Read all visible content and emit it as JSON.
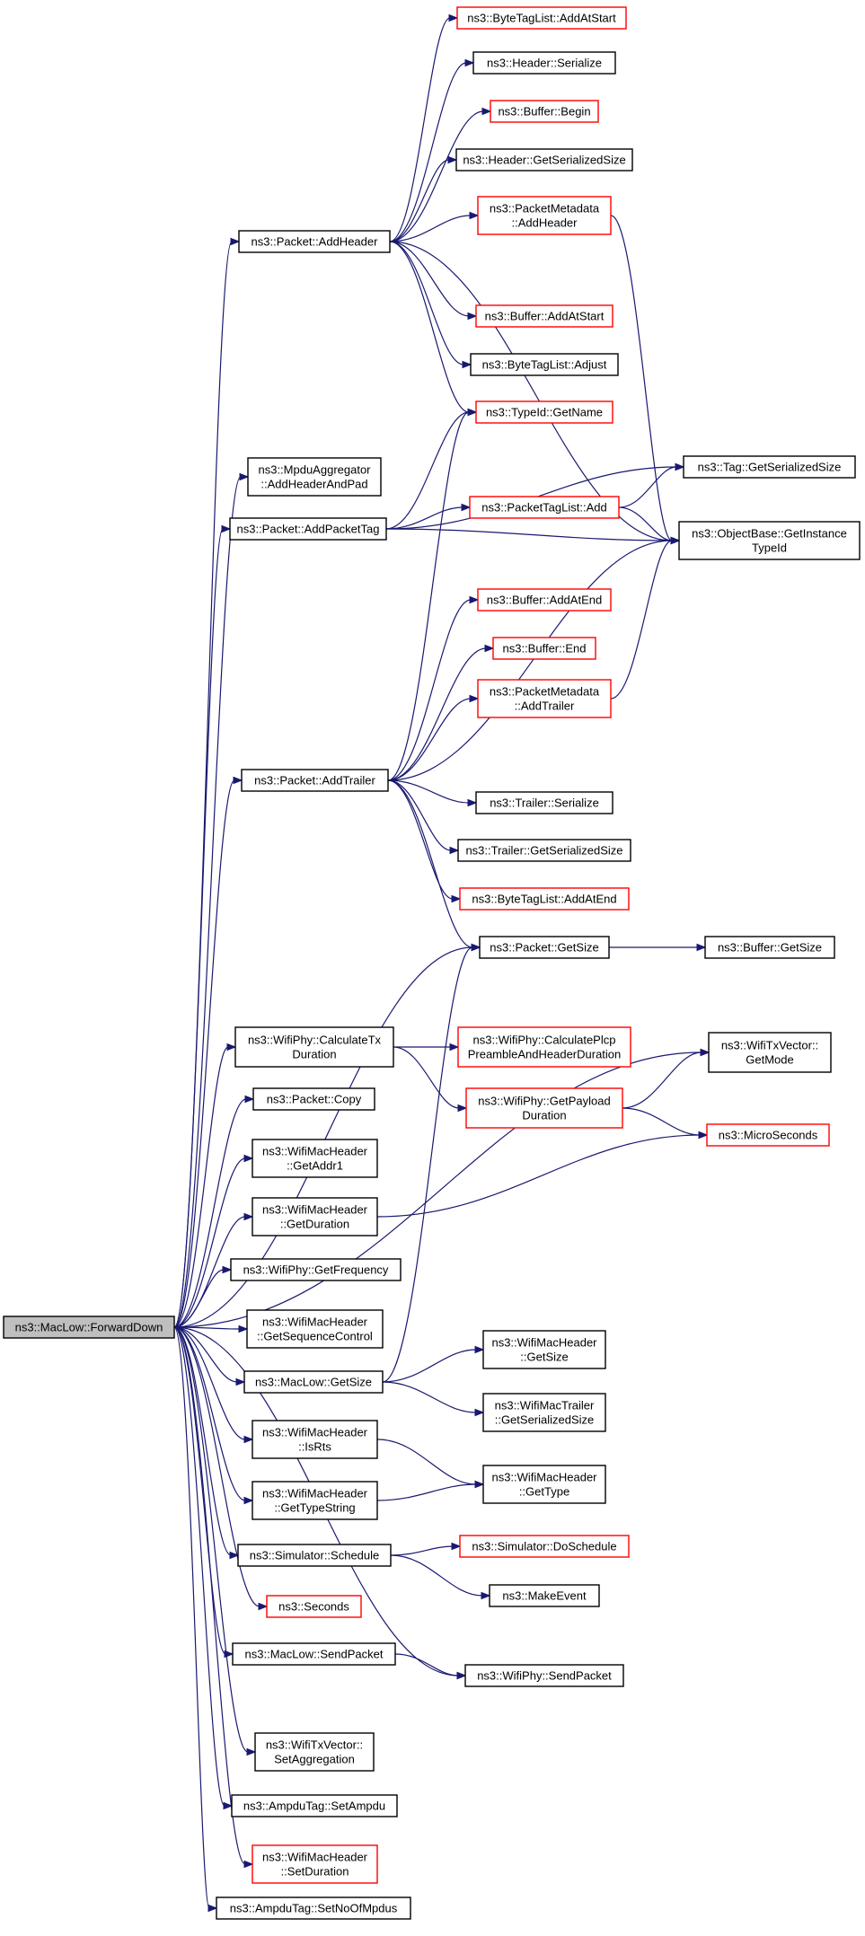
{
  "colors": {
    "edge": "#191970",
    "black_border": "#000000",
    "red_border": "#ff0000",
    "root_fill": "#bfbfbf"
  },
  "nodes": [
    {
      "id": "forwarddown",
      "lines": [
        "ns3::MacLow::ForwardDown"
      ],
      "border": "root"
    },
    {
      "id": "addheader",
      "lines": [
        "ns3::Packet::AddHeader"
      ],
      "border": "black"
    },
    {
      "id": "mpduagg",
      "lines": [
        "ns3::MpduAggregator",
        "::AddHeaderAndPad"
      ],
      "border": "black"
    },
    {
      "id": "addpackettag",
      "lines": [
        "ns3::Packet::AddPacketTag"
      ],
      "border": "black"
    },
    {
      "id": "addtrailer",
      "lines": [
        "ns3::Packet::AddTrailer"
      ],
      "border": "black"
    },
    {
      "id": "calctx",
      "lines": [
        "ns3::WifiPhy::CalculateTx",
        "Duration"
      ],
      "border": "black"
    },
    {
      "id": "copy",
      "lines": [
        "ns3::Packet::Copy"
      ],
      "border": "black"
    },
    {
      "id": "getaddr1",
      "lines": [
        "ns3::WifiMacHeader",
        "::GetAddr1"
      ],
      "border": "black"
    },
    {
      "id": "getduration",
      "lines": [
        "ns3::WifiMacHeader",
        "::GetDuration"
      ],
      "border": "black"
    },
    {
      "id": "getfreq",
      "lines": [
        "ns3::WifiPhy::GetFrequency"
      ],
      "border": "black"
    },
    {
      "id": "getseqctrl",
      "lines": [
        "ns3::WifiMacHeader",
        "::GetSequenceControl"
      ],
      "border": "black"
    },
    {
      "id": "maclowgetsize",
      "lines": [
        "ns3::MacLow::GetSize"
      ],
      "border": "black"
    },
    {
      "id": "isrts",
      "lines": [
        "ns3::WifiMacHeader",
        "::IsRts"
      ],
      "border": "black"
    },
    {
      "id": "gettypestring",
      "lines": [
        "ns3::WifiMacHeader",
        "::GetTypeString"
      ],
      "border": "black"
    },
    {
      "id": "schedule",
      "lines": [
        "ns3::Simulator::Schedule"
      ],
      "border": "black"
    },
    {
      "id": "seconds",
      "lines": [
        "ns3::Seconds"
      ],
      "border": "red"
    },
    {
      "id": "sendpacket",
      "lines": [
        "ns3::MacLow::SendPacket"
      ],
      "border": "black"
    },
    {
      "id": "setaggregation",
      "lines": [
        "ns3::WifiTxVector::",
        "SetAggregation"
      ],
      "border": "black"
    },
    {
      "id": "setampdu",
      "lines": [
        "ns3::AmpduTag::SetAmpdu"
      ],
      "border": "black"
    },
    {
      "id": "setduration",
      "lines": [
        "ns3::WifiMacHeader",
        "::SetDuration"
      ],
      "border": "red"
    },
    {
      "id": "setnoofmpdus",
      "lines": [
        "ns3::AmpduTag::SetNoOfMpdus"
      ],
      "border": "black"
    },
    {
      "id": "btl_addatstart",
      "lines": [
        "ns3::ByteTagList::AddAtStart"
      ],
      "border": "red"
    },
    {
      "id": "hdr_serialize",
      "lines": [
        "ns3::Header::Serialize"
      ],
      "border": "black"
    },
    {
      "id": "buf_begin",
      "lines": [
        "ns3::Buffer::Begin"
      ],
      "border": "red"
    },
    {
      "id": "hdr_getsersize",
      "lines": [
        "ns3::Header::GetSerializedSize"
      ],
      "border": "black"
    },
    {
      "id": "pm_addheader",
      "lines": [
        "ns3::PacketMetadata",
        "::AddHeader"
      ],
      "border": "red"
    },
    {
      "id": "buf_addatstart",
      "lines": [
        "ns3::Buffer::AddAtStart"
      ],
      "border": "red"
    },
    {
      "id": "btl_adjust",
      "lines": [
        "ns3::ByteTagList::Adjust"
      ],
      "border": "black"
    },
    {
      "id": "typeid_getname",
      "lines": [
        "ns3::TypeId::GetName"
      ],
      "border": "red"
    },
    {
      "id": "ptl_add",
      "lines": [
        "ns3::PacketTagList::Add"
      ],
      "border": "red"
    },
    {
      "id": "buf_addatend",
      "lines": [
        "ns3::Buffer::AddAtEnd"
      ],
      "border": "red"
    },
    {
      "id": "buf_end",
      "lines": [
        "ns3::Buffer::End"
      ],
      "border": "red"
    },
    {
      "id": "pm_addtrailer",
      "lines": [
        "ns3::PacketMetadata",
        "::AddTrailer"
      ],
      "border": "red"
    },
    {
      "id": "trl_serialize",
      "lines": [
        "ns3::Trailer::Serialize"
      ],
      "border": "black"
    },
    {
      "id": "trl_getsersize",
      "lines": [
        "ns3::Trailer::GetSerializedSize"
      ],
      "border": "black"
    },
    {
      "id": "btl_addatend",
      "lines": [
        "ns3::ByteTagList::AddAtEnd"
      ],
      "border": "red"
    },
    {
      "id": "pkt_getsize",
      "lines": [
        "ns3::Packet::GetSize"
      ],
      "border": "black"
    },
    {
      "id": "calcplcp",
      "lines": [
        "ns3::WifiPhy::CalculatePlcp",
        "PreambleAndHeaderDuration"
      ],
      "border": "red"
    },
    {
      "id": "getpayload",
      "lines": [
        "ns3::WifiPhy::GetPayload",
        "Duration"
      ],
      "border": "red"
    },
    {
      "id": "wmh_getsize",
      "lines": [
        "ns3::WifiMacHeader",
        "::GetSize"
      ],
      "border": "black"
    },
    {
      "id": "wmt_getsersize",
      "lines": [
        "ns3::WifiMacTrailer",
        "::GetSerializedSize"
      ],
      "border": "black"
    },
    {
      "id": "wmh_gettype",
      "lines": [
        "ns3::WifiMacHeader",
        "::GetType"
      ],
      "border": "black"
    },
    {
      "id": "doschedule",
      "lines": [
        "ns3::Simulator::DoSchedule"
      ],
      "border": "red"
    },
    {
      "id": "makeevent",
      "lines": [
        "ns3::MakeEvent"
      ],
      "border": "black"
    },
    {
      "id": "phy_sendpacket",
      "lines": [
        "ns3::WifiPhy::SendPacket"
      ],
      "border": "black"
    },
    {
      "id": "tag_getsersize",
      "lines": [
        "ns3::Tag::GetSerializedSize"
      ],
      "border": "black"
    },
    {
      "id": "objbase_gettypeid",
      "lines": [
        "ns3::ObjectBase::GetInstance",
        "TypeId"
      ],
      "border": "black"
    },
    {
      "id": "buf_getsize",
      "lines": [
        "ns3::Buffer::GetSize"
      ],
      "border": "black"
    },
    {
      "id": "txvec_getmode",
      "lines": [
        "ns3::WifiTxVector::",
        "GetMode"
      ],
      "border": "black"
    },
    {
      "id": "microseconds",
      "lines": [
        "ns3::MicroSeconds"
      ],
      "border": "red"
    }
  ],
  "edges": [
    [
      "forwarddown",
      "addheader"
    ],
    [
      "forwarddown",
      "mpduagg"
    ],
    [
      "forwarddown",
      "addpackettag"
    ],
    [
      "forwarddown",
      "addtrailer"
    ],
    [
      "forwarddown",
      "pkt_getsize"
    ],
    [
      "forwarddown",
      "txvec_getmode"
    ],
    [
      "forwarddown",
      "calctx"
    ],
    [
      "forwarddown",
      "copy"
    ],
    [
      "forwarddown",
      "getaddr1"
    ],
    [
      "forwarddown",
      "getduration"
    ],
    [
      "forwarddown",
      "getfreq"
    ],
    [
      "forwarddown",
      "getseqctrl"
    ],
    [
      "forwarddown",
      "maclowgetsize"
    ],
    [
      "forwarddown",
      "isrts"
    ],
    [
      "forwarddown",
      "gettypestring"
    ],
    [
      "forwarddown",
      "schedule"
    ],
    [
      "forwarddown",
      "seconds"
    ],
    [
      "forwarddown",
      "sendpacket"
    ],
    [
      "forwarddown",
      "phy_sendpacket"
    ],
    [
      "forwarddown",
      "setaggregation"
    ],
    [
      "forwarddown",
      "setampdu"
    ],
    [
      "forwarddown",
      "setduration"
    ],
    [
      "forwarddown",
      "setnoofmpdus"
    ],
    [
      "addheader",
      "btl_addatstart"
    ],
    [
      "addheader",
      "hdr_serialize"
    ],
    [
      "addheader",
      "buf_begin"
    ],
    [
      "addheader",
      "hdr_getsersize"
    ],
    [
      "addheader",
      "pm_addheader"
    ],
    [
      "addheader",
      "buf_addatstart"
    ],
    [
      "addheader",
      "btl_adjust"
    ],
    [
      "addheader",
      "typeid_getname"
    ],
    [
      "addheader",
      "objbase_gettypeid"
    ],
    [
      "pm_addheader",
      "objbase_gettypeid"
    ],
    [
      "addpackettag",
      "typeid_getname"
    ],
    [
      "addpackettag",
      "tag_getsersize"
    ],
    [
      "addpackettag",
      "ptl_add"
    ],
    [
      "addpackettag",
      "objbase_gettypeid"
    ],
    [
      "ptl_add",
      "tag_getsersize"
    ],
    [
      "ptl_add",
      "objbase_gettypeid"
    ],
    [
      "addtrailer",
      "typeid_getname"
    ],
    [
      "addtrailer",
      "buf_addatend"
    ],
    [
      "addtrailer",
      "buf_end"
    ],
    [
      "addtrailer",
      "pm_addtrailer"
    ],
    [
      "addtrailer",
      "objbase_gettypeid"
    ],
    [
      "addtrailer",
      "trl_serialize"
    ],
    [
      "addtrailer",
      "trl_getsersize"
    ],
    [
      "addtrailer",
      "btl_addatend"
    ],
    [
      "addtrailer",
      "pkt_getsize"
    ],
    [
      "pm_addtrailer",
      "objbase_gettypeid"
    ],
    [
      "pkt_getsize",
      "buf_getsize"
    ],
    [
      "calctx",
      "calcplcp"
    ],
    [
      "calctx",
      "getpayload"
    ],
    [
      "getpayload",
      "txvec_getmode"
    ],
    [
      "getpayload",
      "microseconds"
    ],
    [
      "getduration",
      "microseconds"
    ],
    [
      "maclowgetsize",
      "pkt_getsize"
    ],
    [
      "maclowgetsize",
      "wmh_getsize"
    ],
    [
      "maclowgetsize",
      "wmt_getsersize"
    ],
    [
      "isrts",
      "wmh_gettype"
    ],
    [
      "gettypestring",
      "wmh_gettype"
    ],
    [
      "schedule",
      "doschedule"
    ],
    [
      "schedule",
      "makeevent"
    ],
    [
      "sendpacket",
      "phy_sendpacket"
    ]
  ]
}
